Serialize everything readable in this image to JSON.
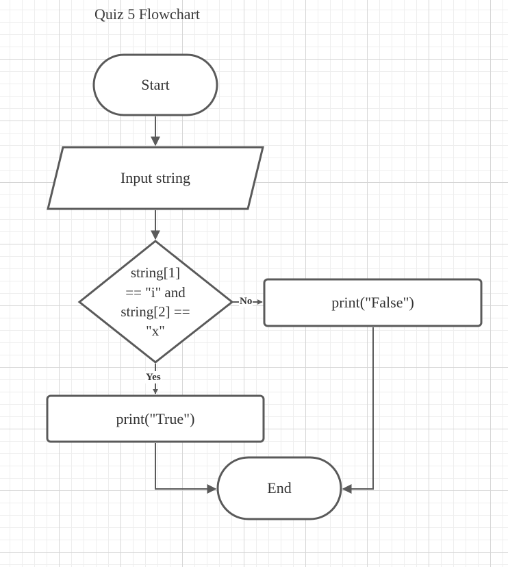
{
  "title": "Quiz 5 Flowchart",
  "nodes": {
    "start": "Start",
    "input": "Input string",
    "decision": "string[1]\n== \"i\"  and\nstring[2] ==\n\"x\"",
    "print_false": "print(\"False\")",
    "print_true": "print(\"True\")",
    "end": "End"
  },
  "edges": {
    "no_label": "No",
    "yes_label": "Yes"
  },
  "colors": {
    "stroke": "#5a5a5a",
    "text": "#333333",
    "grid": "#d6d6d6"
  }
}
